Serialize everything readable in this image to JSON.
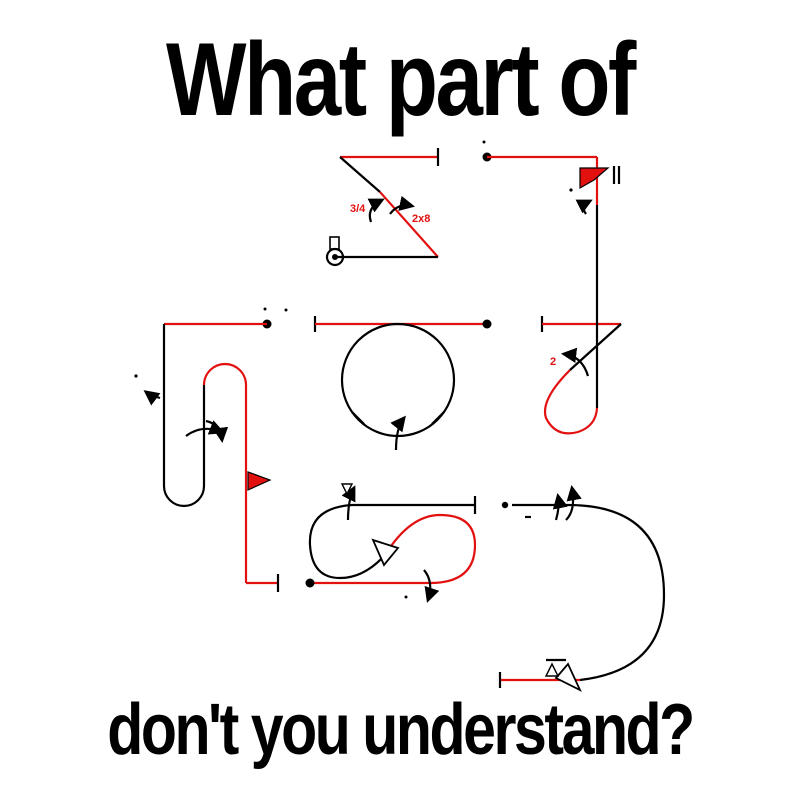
{
  "headline": {
    "top": "What part of",
    "bottom": "don't you understand?"
  },
  "diagram": {
    "labels": [
      {
        "name": "label-3-4",
        "text": "3/4"
      },
      {
        "name": "label-2x8",
        "text": "2x8"
      },
      {
        "name": "label-2-right-loop",
        "text": "2"
      }
    ]
  },
  "colors": {
    "ink": "#000000",
    "accent": "#e31010",
    "background": "#ffffff"
  }
}
